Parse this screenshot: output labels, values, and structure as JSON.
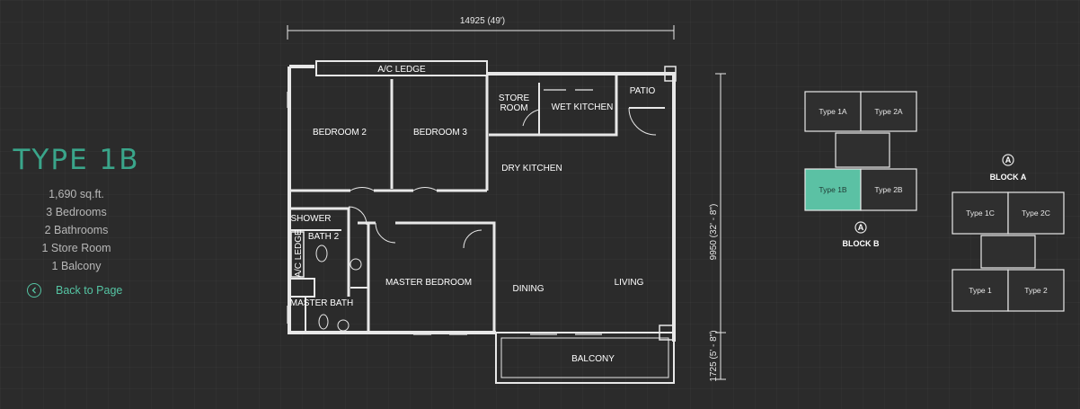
{
  "unit": {
    "title": "TYPE 1B",
    "specs": [
      "1,690 sq.ft.",
      "3 Bedrooms",
      "2 Bathrooms",
      "1 Store Room",
      "1 Balcony"
    ]
  },
  "nav": {
    "back_label": "Back to Page"
  },
  "floorplan": {
    "dims": {
      "width": "14925 (49')",
      "depth": "9950 (32' - 8\")",
      "balcony": "1725 (5' - 8\")"
    },
    "rooms": {
      "ac_ledge_top": "A/C LEDGE",
      "bedroom2": "BEDROOM 2",
      "bedroom3": "BEDROOM 3",
      "store_room_1": "STORE",
      "store_room_2": "ROOM",
      "wet_kitchen": "WET KITCHEN",
      "patio": "PATIO",
      "dry_kitchen": "DRY KITCHEN",
      "shower": "SHOWER",
      "bath2": "BATH 2",
      "ac_ledge_side": "A/C LEDGE",
      "master_bath": "MASTER BATH",
      "master_bedroom": "MASTER BEDROOM",
      "dining": "DINING",
      "living": "LIVING",
      "balcony": "BALCONY"
    }
  },
  "keyplan": {
    "block_b": {
      "label": "BLOCK B",
      "north": "A",
      "units": [
        "Type 1A",
        "Type 2A",
        "Type 1B",
        "Type 2B"
      ]
    },
    "block_a": {
      "label": "BLOCK A",
      "north": "A",
      "units": [
        "Type 1C",
        "Type 2C",
        "Type 1",
        "Type 2"
      ]
    },
    "selected_unit": "Type 1B",
    "accent_color": "#5bc1a4"
  }
}
